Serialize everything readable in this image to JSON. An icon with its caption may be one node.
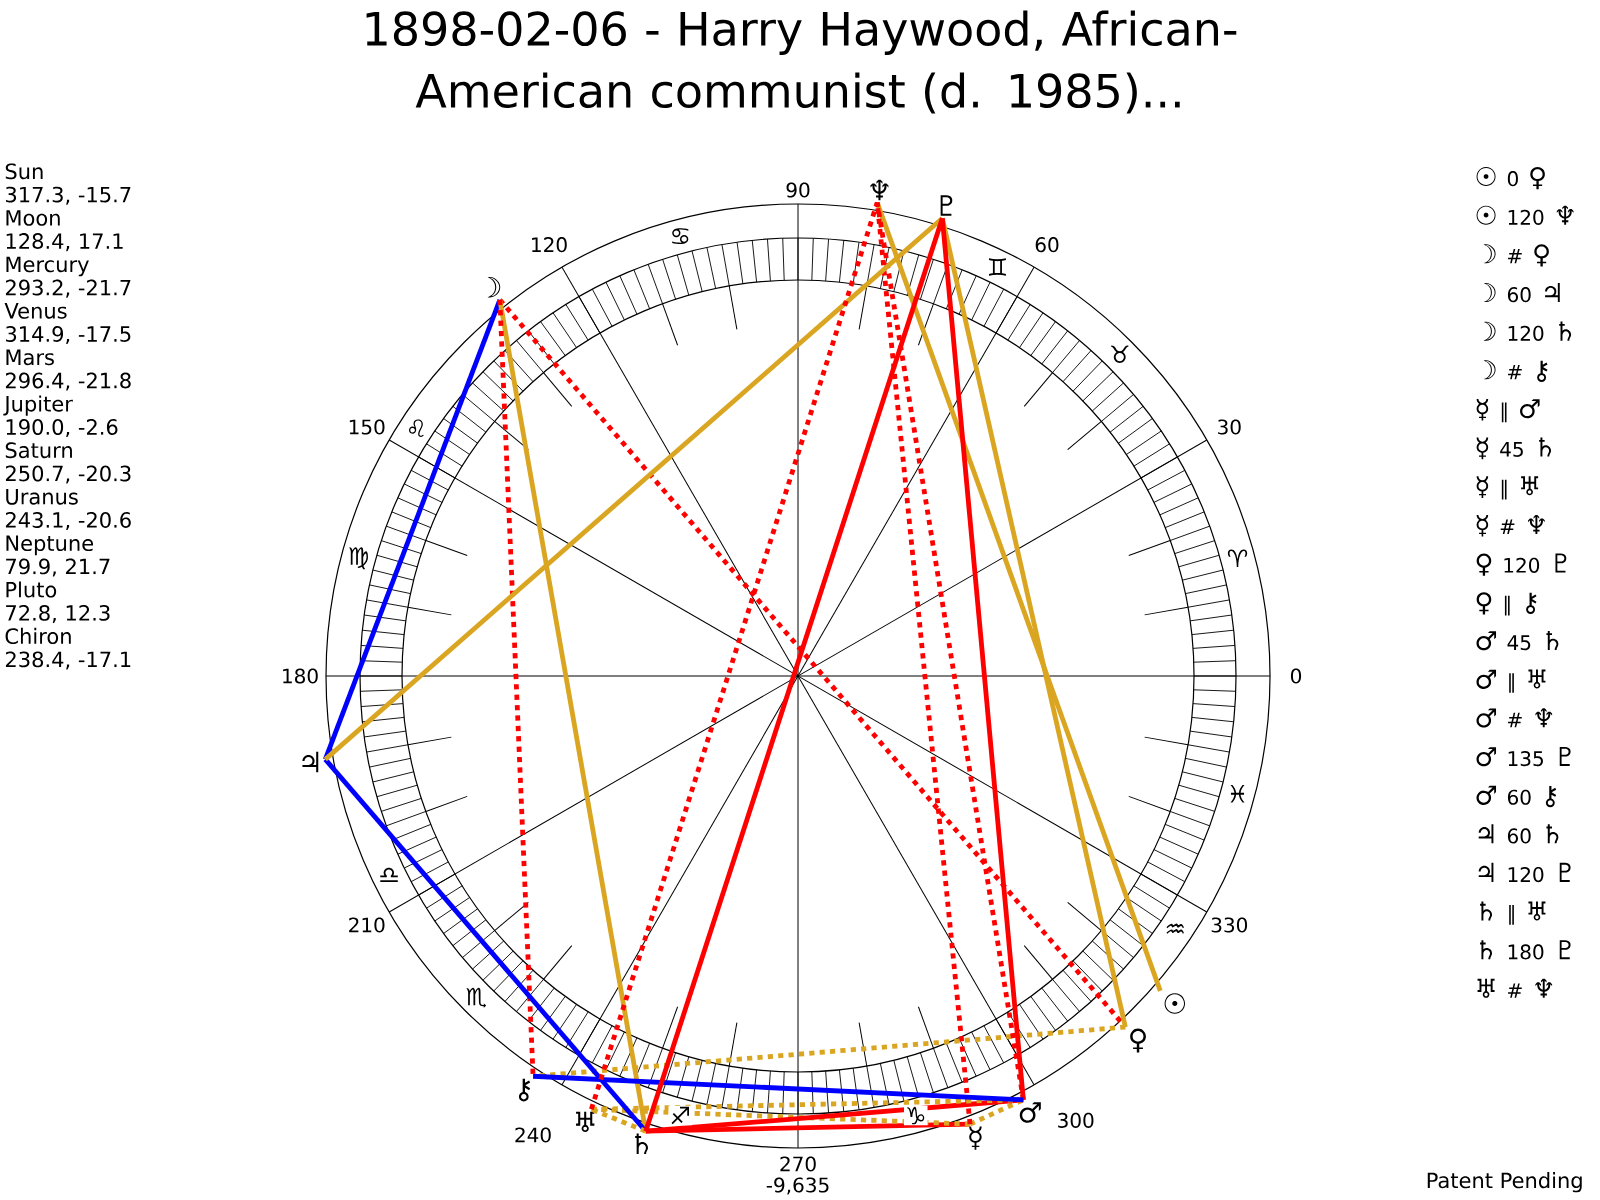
{
  "diagram": {
    "title": "1898-02-06 - Harry Haywood, African-American communist (d. 1985)...",
    "nodes": [
      {
        "text": [
          "☉"
        ]
      },
      {
        "text": [
          "☽"
        ]
      },
      {
        "text": [
          "☿"
        ]
      },
      {
        "text": [
          "♀"
        ]
      },
      {
        "text": [
          "♂"
        ]
      },
      {
        "text": [
          "♃"
        ]
      },
      {
        "text": [
          "♄"
        ]
      },
      {
        "text": [
          "♅"
        ]
      },
      {
        "text": [
          "♆"
        ]
      },
      {
        "text": [
          "♇"
        ]
      },
      {
        "text": [
          "⚷"
        ]
      }
    ],
    "edges": [
      {
        "from": 0,
        "to": 8,
        "arrow": "none",
        "color": "#daa520"
      },
      {
        "from": 1,
        "to": 3,
        "arrow": "none",
        "style": "dashed",
        "color": "#ff0000"
      },
      {
        "from": 1,
        "to": 5,
        "arrow": "none",
        "color": "#0000ff"
      },
      {
        "from": 1,
        "to": 6,
        "arrow": "none",
        "color": "#daa520"
      },
      {
        "from": 1,
        "to": 10,
        "arrow": "none",
        "style": "dashed",
        "color": "#ff0000"
      },
      {
        "from": 2,
        "to": 4,
        "arrow": "none",
        "style": "dashed",
        "color": "#daa520"
      },
      {
        "from": 2,
        "to": 6,
        "arrow": "none",
        "color": "#ff0000"
      },
      {
        "from": 2,
        "to": 7,
        "arrow": "none",
        "style": "dashed",
        "color": "#daa520"
      },
      {
        "from": 2,
        "to": 8,
        "arrow": "none",
        "style": "dashed",
        "color": "#ff0000"
      },
      {
        "from": 3,
        "to": 9,
        "arrow": "none",
        "color": "#daa520"
      },
      {
        "from": 3,
        "to": 10,
        "arrow": "none",
        "style": "dashed",
        "color": "#daa520"
      },
      {
        "from": 4,
        "to": 6,
        "arrow": "none",
        "color": "#ff0000"
      },
      {
        "from": 4,
        "to": 7,
        "arrow": "none",
        "style": "dashed",
        "color": "#daa520"
      },
      {
        "from": 4,
        "to": 8,
        "arrow": "none",
        "style": "dashed",
        "color": "#ff0000"
      },
      {
        "from": 4,
        "to": 9,
        "arrow": "none",
        "color": "#ff0000"
      },
      {
        "from": 4,
        "to": 10,
        "arrow": "none",
        "color": "#0000ff"
      },
      {
        "from": 5,
        "to": 6,
        "arrow": "none",
        "color": "#0000ff"
      },
      {
        "from": 5,
        "to": 9,
        "arrow": "none",
        "color": "#daa520"
      },
      {
        "from": 6,
        "to": 7,
        "arrow": "none",
        "style": "dashed",
        "color": "#daa520"
      },
      {
        "from": 6,
        "to": 9,
        "arrow": "none",
        "color": "#ff0000"
      },
      {
        "from": 7,
        "to": 8,
        "arrow": "none",
        "style": "dashed",
        "color": "#ff0000"
      }
    ],
    "labels": [
      "Sun",
      "317.3, -15.7",
      "Moon",
      "128.4, 17.1",
      "Mercury",
      "293.2, -21.7",
      "Venus",
      "314.9, -17.5",
      "Mars",
      "296.4, -21.8",
      "Jupiter",
      "190.0, -2.6",
      "Saturn",
      "250.7, -20.3",
      "Uranus",
      "243.1, -20.6",
      "Neptune",
      "79.9, 21.7",
      "Pluto",
      "72.8, 12.3",
      "Chiron",
      "238.4, -17.1",
      "☉",
      "0",
      "♀",
      "☉",
      "120",
      "♆",
      "☽",
      "#",
      "♀",
      "☽",
      "60",
      "♃",
      "☽",
      "120",
      "♄",
      "☽",
      "#",
      "⚷",
      "☿",
      "∥",
      "♂",
      "☿",
      "45",
      "♄",
      "☿",
      "∥",
      "♅",
      "☿",
      "#",
      "♆",
      "♀",
      "120",
      "♇",
      "♀",
      "∥",
      "⚷",
      "♂",
      "45",
      "♄",
      "♂",
      "∥",
      "♅",
      "♂",
      "#",
      "♆",
      "♂",
      "135",
      "♇",
      "♂",
      "60",
      "⚷",
      "♃",
      "60",
      "♄",
      "♃",
      "120",
      "♇",
      "♄",
      "∥",
      "♅",
      "♄",
      "180",
      "♇",
      "♅",
      "#",
      "♆",
      "0",
      "30",
      "60",
      "90",
      "120",
      "150",
      "180",
      "210",
      "240",
      "270",
      "300",
      "330",
      "♈",
      "♉",
      "♊",
      "♋",
      "♌",
      "♍",
      "♎",
      "♏",
      "♐",
      "♑",
      "♒",
      "♓",
      "-9,635",
      "Patent Pending"
    ]
  }
}
